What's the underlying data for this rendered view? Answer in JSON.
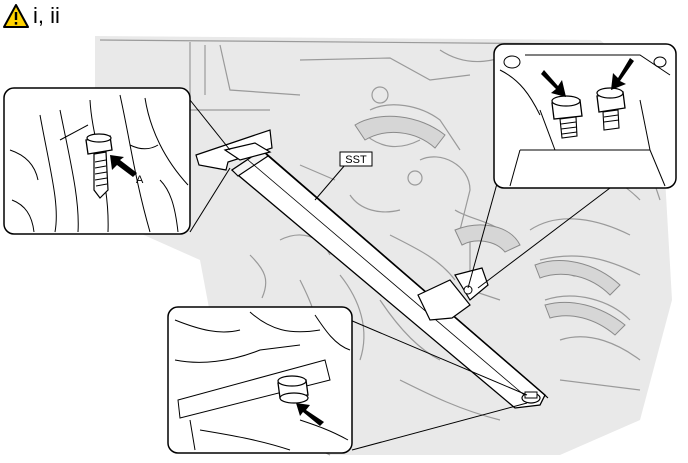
{
  "header": {
    "warning_icon": "warning-triangle-icon",
    "caution_refs": "i, ii"
  },
  "labels": {
    "sst": "SST",
    "callout_a": "A"
  },
  "colors": {
    "background": "#ffffff",
    "engine_gray": "#e8e8e8",
    "line": "#000000",
    "warning_yellow": "#ffd200"
  }
}
